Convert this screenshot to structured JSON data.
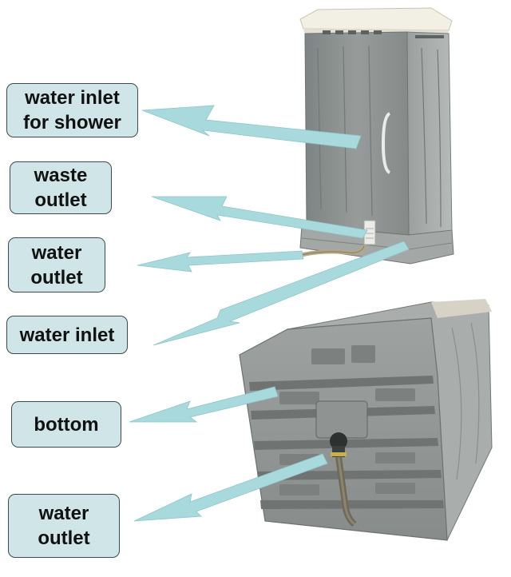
{
  "labels": [
    "water inlet\nfor shower",
    "waste\noutlet",
    "water\noutlet",
    "water inlet",
    "bottom",
    "water\noutlet"
  ],
  "colors": {
    "label_fill": "#cfe5e7",
    "label_border": "#3b4a4c",
    "arrow": "#a8d9dc",
    "unit_gray": "#8c9190",
    "lid_white": "#f2efe4"
  }
}
